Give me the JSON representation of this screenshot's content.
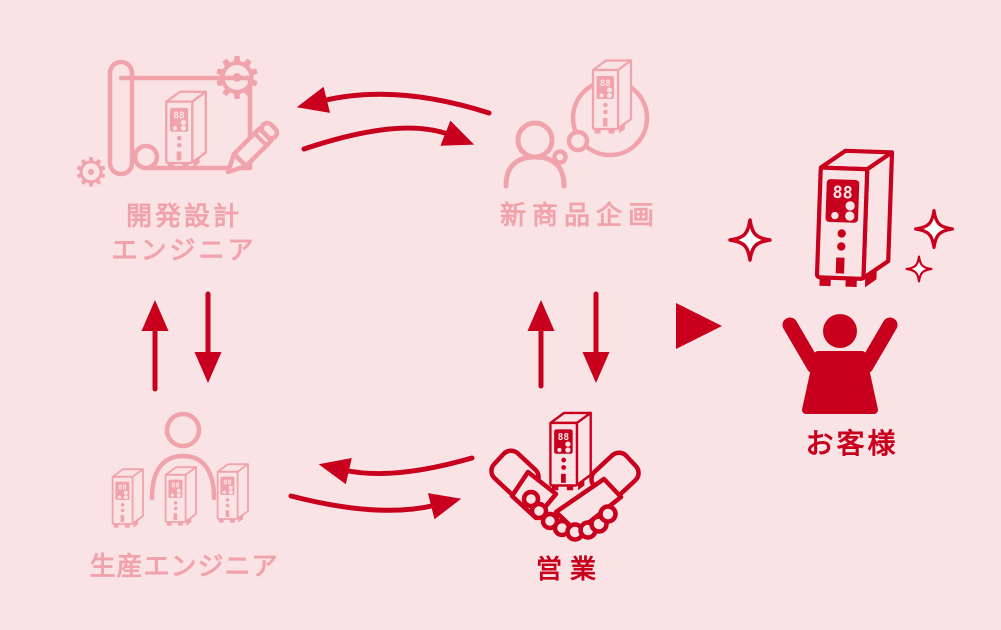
{
  "colors": {
    "background": "#fae3e5",
    "pink": "#f0a3ab",
    "red": "#c8001e",
    "white": "#ffffff"
  },
  "device_display": "88",
  "icons": {
    "gear_glyph": "⚙"
  },
  "nodes": {
    "dev_design": {
      "label_line1": "開発設計",
      "label_line2": "エンジニア"
    },
    "planning": {
      "label": "新商品企画"
    },
    "production": {
      "label": "生産エンジニア"
    },
    "sales": {
      "label": "営業"
    },
    "customer": {
      "label": "お客様"
    }
  }
}
